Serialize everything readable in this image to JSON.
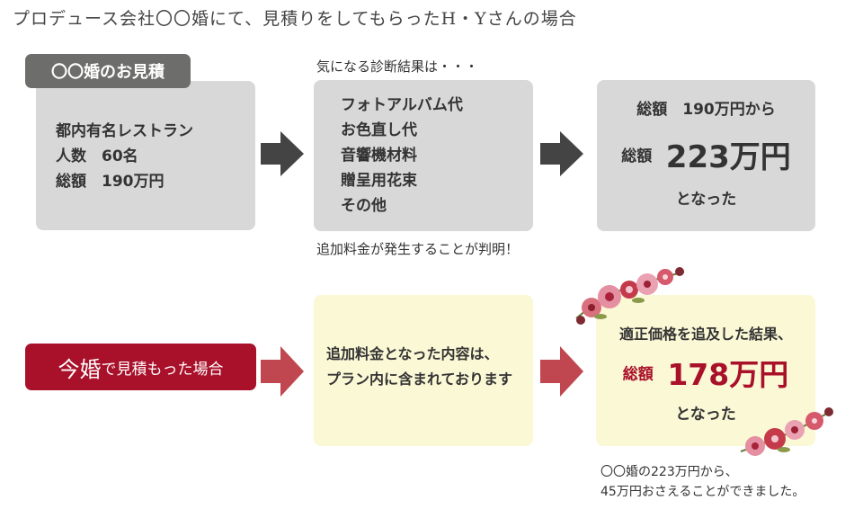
{
  "title": "プロデュース会社〇〇婚にて、見積りをしてもらったH・Yさんの場合",
  "top_row": {
    "tag": "〇〇婚のお見積",
    "estimate_lines": [
      "都内有名レストラン",
      "人数　60名",
      "総額　190万円"
    ],
    "diagnosis_header": "気になる診断結果は・・・",
    "diagnosis_items": [
      "フォトアルバム代",
      "お色直し代",
      "音響機材料",
      "贈呈用花束",
      "その他"
    ],
    "diagnosis_note": "追加料金が発生することが判明！",
    "result_line1": "総額　190万円から",
    "result_label": "総額",
    "result_amount": "223万円",
    "result_suffix": "となった"
  },
  "bottom_row": {
    "tag_big": "今婚",
    "tag_small": "で見積もった場合",
    "included_line1": "追加料金となった内容は、",
    "included_line2": "プラン内に含まれております",
    "result_line1": "適正価格を追及した結果、",
    "result_label": "総額",
    "result_amount": "178万円",
    "result_suffix": "となった",
    "footnote_line1": "〇〇婚の223万円から、",
    "footnote_line2": "45万円おさえることができました。"
  },
  "colors": {
    "gray_box": "#d8d8d8",
    "gray_tag": "#6d6d6b",
    "dark_arrow": "#444444",
    "red": "#a9102a",
    "red_arrow": "#c0464f",
    "yellow_box": "#fbf8d6"
  }
}
